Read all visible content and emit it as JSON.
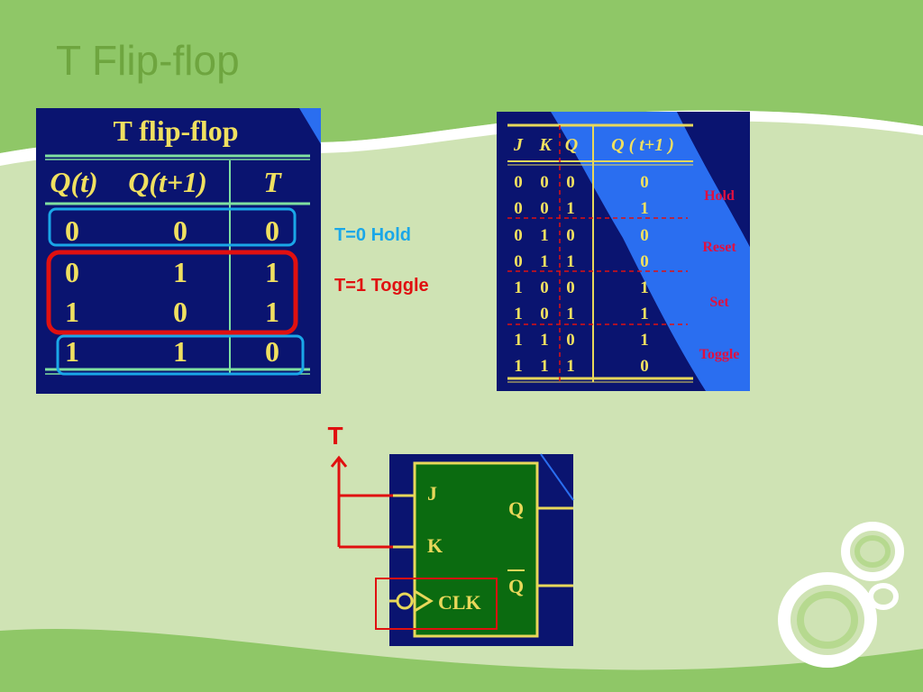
{
  "slide": {
    "title": "T Flip-flop"
  },
  "t_table": {
    "title": "T flip-flop",
    "col_qt": "Q(t)",
    "col_qt1": "Q(t+1)",
    "col_t": "T",
    "rows": [
      {
        "qt": "0",
        "qt1": "0",
        "t": "0"
      },
      {
        "qt": "0",
        "qt1": "1",
        "t": "1"
      },
      {
        "qt": "1",
        "qt1": "0",
        "t": "1"
      },
      {
        "qt": "1",
        "qt1": "1",
        "t": "0"
      }
    ],
    "colors": {
      "bg": "#0a1470",
      "text": "#f0e060",
      "hold_box": "#1aa7e8",
      "toggle_box": "#e01010"
    }
  },
  "notes": {
    "hold": "T=0 Hold",
    "toggle": "T=1 Toggle",
    "hold_color": "#1aa7e8",
    "toggle_color": "#e01010"
  },
  "jk_table": {
    "col_j": "J",
    "col_k": "K",
    "col_q": "Q",
    "col_qt1": "Q ( t+1 )",
    "rows": [
      {
        "j": "0",
        "k": "0",
        "q": "0",
        "qt1": "0"
      },
      {
        "j": "0",
        "k": "0",
        "q": "1",
        "qt1": "1"
      },
      {
        "j": "0",
        "k": "1",
        "q": "0",
        "qt1": "0"
      },
      {
        "j": "0",
        "k": "1",
        "q": "1",
        "qt1": "0"
      },
      {
        "j": "1",
        "k": "0",
        "q": "0",
        "qt1": "1"
      },
      {
        "j": "1",
        "k": "0",
        "q": "1",
        "qt1": "1"
      },
      {
        "j": "1",
        "k": "1",
        "q": "0",
        "qt1": "1"
      },
      {
        "j": "1",
        "k": "1",
        "q": "1",
        "qt1": "0"
      }
    ],
    "modes": [
      "Hold",
      "Reset",
      "Set",
      "Toggle"
    ]
  },
  "circuit": {
    "input_label": "T",
    "pin_j": "J",
    "pin_k": "K",
    "pin_q": "Q",
    "pin_qbar": "Q",
    "pin_clk": "CLK",
    "colors": {
      "block": "#0b6b10",
      "border": "#e8d85a",
      "bg": "#0a1470",
      "wire": "#e01010"
    }
  }
}
